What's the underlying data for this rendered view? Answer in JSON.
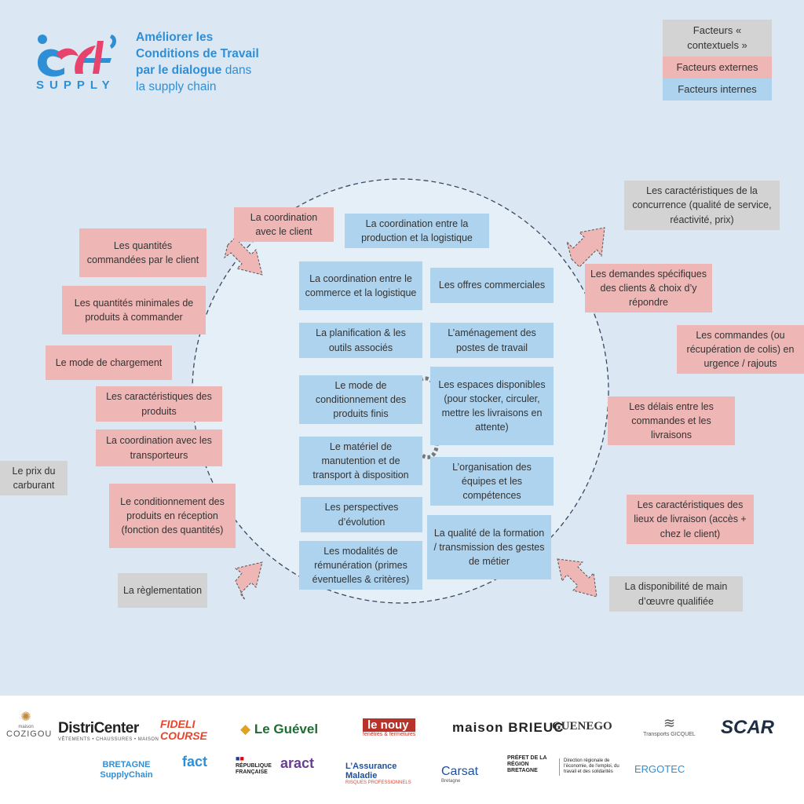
{
  "header": {
    "logo_text": "fct",
    "logo_subtitle": "SUPPLY",
    "tagline": {
      "line1": "Améliorer les",
      "line2": "Conditions de Travail",
      "line3_bold": "par le dialogue",
      "line3_rest": " dans",
      "line4": "la supply chain"
    }
  },
  "legend": {
    "contextual": "Facteurs « contextuels »",
    "external": "Facteurs externes",
    "internal": "Facteurs internes"
  },
  "colors": {
    "background": "#dbe8f3",
    "external": "#efb6b6",
    "internal": "#aed3ee",
    "contextual": "#d3d3d3",
    "brand": "#2f8fd6"
  },
  "center": {
    "top": "La coordination entre la production et la logistique",
    "left": [
      "La coordination entre le commerce et la logistique",
      "La planification & les outils associés",
      "Le mode de conditionnement des produits finis",
      "Le matériel de manutention et de transport à disposition",
      "Les perspectives d’évolution",
      "Les modalités de rémunération (primes éventuelles & critères)"
    ],
    "right": [
      "Les offres commerciales",
      "L’aménagement des postes de travail",
      "Les espaces disponibles (pour stocker, circuler, mettre les livraisons en attente)",
      "L’organisation des équipes et les compétences",
      "La qualité de la formation / transmission des gestes de métier"
    ]
  },
  "left_external": [
    "La coordination avec le client",
    "Les quantités commandées par le client",
    "Les quantités minimales de produits à commander",
    "Le mode de chargement",
    "Les caractéristiques des produits",
    "La coordination avec les transporteurs",
    "Le conditionnement des produits en réception (fonction des quantités)"
  ],
  "left_context": [
    "Le prix du carburant",
    "La règlementation"
  ],
  "right_external": [
    "Les demandes spécifiques des clients & choix d’y répondre",
    "Les commandes (ou récupération de colis) en urgence / rajouts",
    "Les délais entre les commandes et les livraisons",
    "Les caractéristiques des lieux de livraison (accès + chez le client)"
  ],
  "right_context": [
    "Les caractéristiques de la concurrence (qualité de service, réactivité, prix)",
    "La disponibilité de main d’œuvre qualifiée"
  ],
  "partners": {
    "row1": [
      "COZIGOU",
      "DistriCenter",
      "FIDELI COURSE",
      "Le Guével",
      "le nouy",
      "maison BRIEUC",
      "GUENEGO",
      "Transports GICQUEL",
      "SCAR"
    ],
    "row1_sub": {
      "cozigou": "maison",
      "districenter": "VÊTEMENTS • CHAUSSURES • MAISON",
      "nouy": "fenêtres & fermetures"
    },
    "row2": [
      "BRETAGNE SupplyChain",
      "fact",
      "RÉPUBLIQUE FRANÇAISE",
      "aract",
      "L’Assurance Maladie",
      "Carsat",
      "PRÉFET DE LA RÉGION BRETAGNE",
      "Direction régionale de l’économie, de l’emploi, du travail et des solidarités",
      "ERGOTEC"
    ],
    "row2_sub": {
      "assurance": "RISQUES PROFESSIONNELS",
      "carsat": "Bretagne"
    }
  }
}
